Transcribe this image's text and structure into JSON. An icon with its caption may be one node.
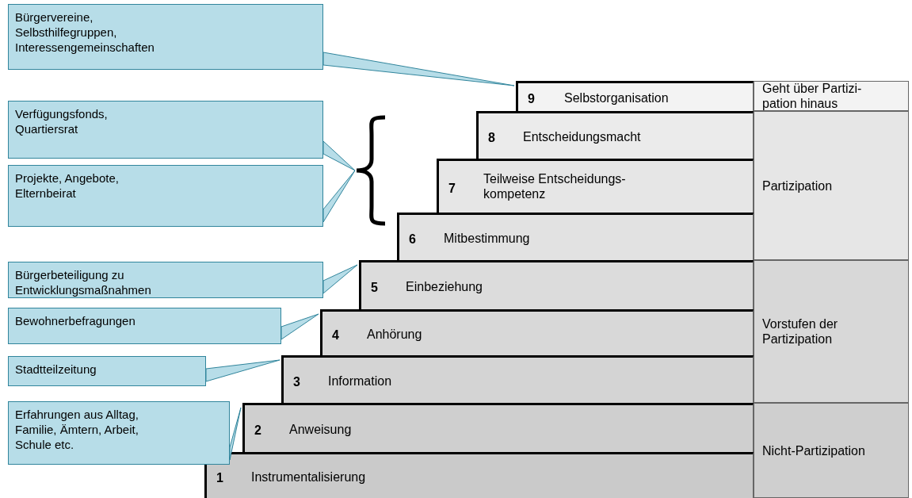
{
  "diagram": {
    "nodes": [
      {
        "text": [
          "Bürgervereine, Selbsthilfegruppen, Interessengemeinschaften"
        ]
      },
      {
        "text": [
          "Verfügungsfonds, Quartiersrat"
        ]
      },
      {
        "text": [
          "Projekte, Angebote, Elternbeirat"
        ]
      },
      {
        "text": [
          "Bürgerbeteiligung zu Entwicklungsmaßnahmen"
        ]
      },
      {
        "text": [
          "Bewohnerbefragungen"
        ]
      },
      {
        "text": [
          "Stadtteilzeitung"
        ]
      },
      {
        "text": [
          "Erfahrungen aus Alltag, Familie, Ämtern, Arbeit, Schule etc."
        ]
      },
      {
        "text": [],
        "shape": "brace"
      },
      {
        "text": [
          "9",
          "Selbstorganisation"
        ]
      },
      {
        "text": [
          "8",
          "Entscheidungsmacht"
        ]
      },
      {
        "text": [
          "7",
          "Teilweise Entscheidungs- kompetenz"
        ]
      },
      {
        "text": [
          "6",
          "Mitbestimmung"
        ]
      },
      {
        "text": [
          "5",
          "Einbeziehung"
        ]
      },
      {
        "text": [
          "4",
          "Anhörung"
        ]
      },
      {
        "text": [
          "3",
          "Information"
        ]
      },
      {
        "text": [
          "2",
          "Anweisung"
        ]
      },
      {
        "text": [
          "1",
          "Instrumentalisierung"
        ]
      },
      {
        "text": [
          "Geht über Partizi- pation hinaus"
        ]
      },
      {
        "text": [
          "Partizipation"
        ]
      },
      {
        "text": [
          "Vorstufen der Partizipation"
        ]
      },
      {
        "text": [
          "Nicht-Partizipation"
        ]
      }
    ],
    "edges": [
      {
        "from": 0,
        "to": 8,
        "arrow": "none"
      },
      {
        "from": 1,
        "to": 7,
        "arrow": "none"
      },
      {
        "from": 2,
        "to": 7,
        "arrow": "none"
      },
      {
        "from": 3,
        "to": 12,
        "arrow": "none"
      },
      {
        "from": 4,
        "to": 13,
        "arrow": "none"
      },
      {
        "from": 5,
        "to": 14,
        "arrow": "none"
      },
      {
        "from": 6,
        "to": 15,
        "arrow": "none"
      }
    ]
  }
}
